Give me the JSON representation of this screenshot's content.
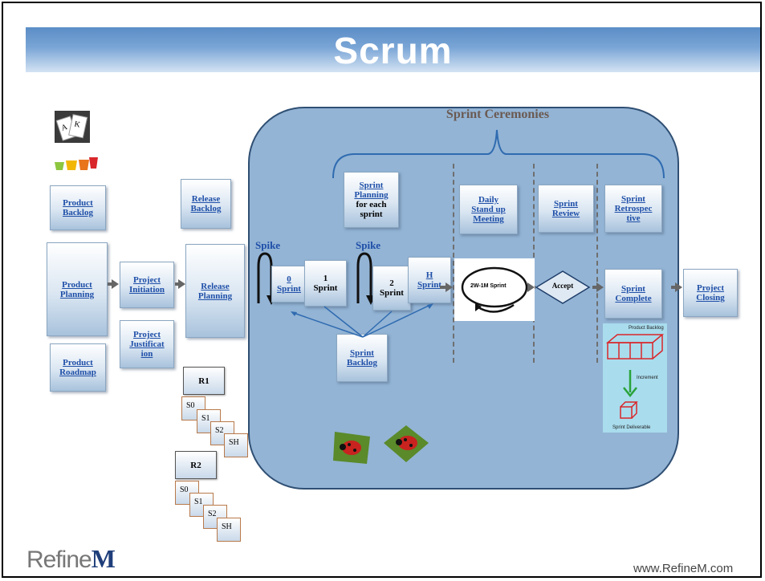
{
  "title": "Scrum",
  "ceremonies_title": "Sprint Ceremonies",
  "boxes": {
    "product_backlog": [
      "Product",
      "Backlog"
    ],
    "product_planning": [
      "Product",
      "Planning"
    ],
    "product_roadmap": [
      "Product",
      "Roadmap"
    ],
    "project_initiation": [
      "Project",
      "Initiation"
    ],
    "project_justification": [
      "Project",
      "Justificat",
      "ion"
    ],
    "release_backlog": [
      "Release",
      "Backlog"
    ],
    "release_planning": [
      "Release",
      "Planning"
    ],
    "sprint_planning": [
      "Sprint",
      "Planning",
      "for each",
      "sprint"
    ],
    "daily_standup": [
      "Daily",
      "Stand up",
      "Meeting"
    ],
    "sprint_review": [
      "Sprint",
      "Review"
    ],
    "sprint_retrospective": [
      "Sprint",
      "Retrospec",
      "tive"
    ],
    "sprint_0": [
      "0",
      "Sprint"
    ],
    "sprint_1": [
      "1",
      "Sprint"
    ],
    "sprint_2": [
      "2",
      "Sprint"
    ],
    "sprint_h": [
      "H",
      "Sprint"
    ],
    "sprint_backlog": [
      "Sprint",
      "Backlog"
    ],
    "sprint_complete": [
      "Sprint",
      "Complete"
    ],
    "project_closing": [
      "Project",
      "Closing"
    ]
  },
  "spike_label": "Spike",
  "accept_label": "Accept",
  "sprint_cycle_label": "2W-1M Sprint",
  "increment_panel": {
    "top": "Product Backlog",
    "middle": "Increment",
    "bottom": "Sprint Deliverable"
  },
  "releases": [
    {
      "label": "R1",
      "sprints": [
        "S0",
        "S1",
        "S2",
        "SH"
      ]
    },
    {
      "label": "R2",
      "sprints": [
        "S0",
        "S1",
        "S2",
        "SH"
      ]
    }
  ],
  "footer": {
    "logo_plain": "Refine",
    "logo_bold": "M",
    "website": "www.RefineM.com"
  },
  "colors": {
    "banner": "#5b8dc6",
    "ceremony_area": "#93b4d5",
    "link": "#1f4fa8",
    "ceremony_title": "#6b5a52"
  }
}
